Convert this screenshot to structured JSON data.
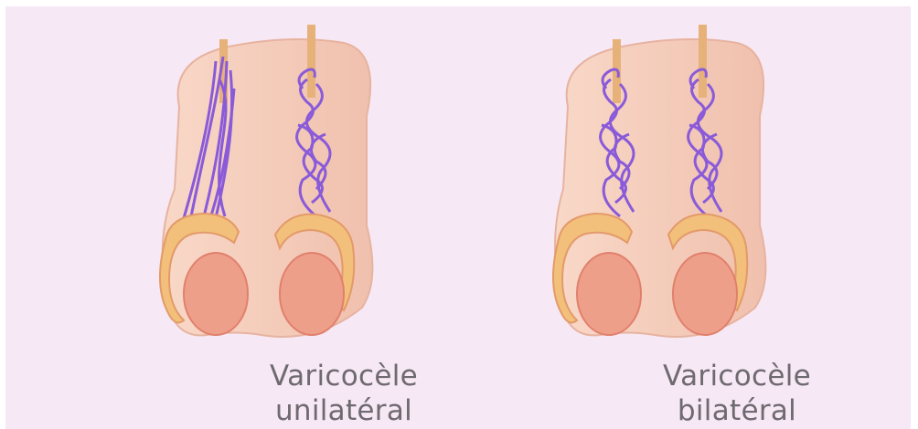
{
  "figures": [
    {
      "caption_line1": "Varicocèle",
      "caption_line2": "unilatéral"
    },
    {
      "caption_line1": "Varicocèle",
      "caption_line2": "bilatéral"
    }
  ],
  "colors": {
    "background": "#f6e8f5",
    "scrotum": "#f6cfbe",
    "testis": "#ee9f8a",
    "epididymis": "#f2c07a",
    "cord": "#e6b27a",
    "veins": "#8a5bd8",
    "caption": "#6e6a6f"
  }
}
